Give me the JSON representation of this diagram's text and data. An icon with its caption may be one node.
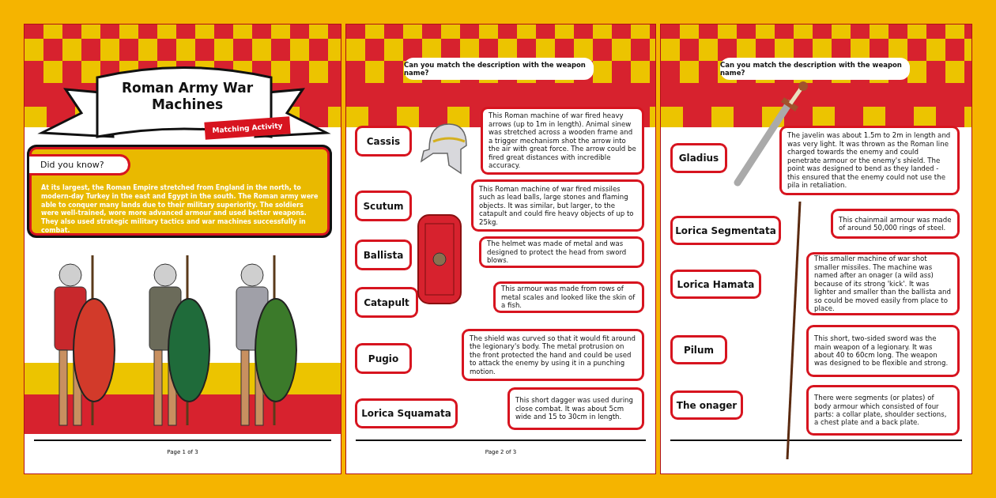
{
  "diagram": {
    "title": "Roman Army War Machines",
    "nodes": [
      {
        "text": [
          "Matching Activity"
        ]
      },
      {
        "text": [
          "Did you know?",
          "At its largest, the Roman Empire stretched from England in the north, to modern-day Turkey in the east and Egypt in the south. The Roman army were able to conquer many lands due to their military superiority. The soldiers were well-trained, wore more advanced armour and used better weapons. They also used strategic military tactics and war machines successfully in combat."
        ]
      },
      {
        "text": [
          "Can you match the description with the weapon name?"
        ]
      },
      {
        "text": [
          "Cassis"
        ]
      },
      {
        "text": [
          "This Roman machine of war fired heavy arrows (up to 1m in length). Animal sinew was stretched across a wooden frame and a trigger mechanism shot the arrow into the air with great force. The arrow could be fired great distances with incredible accuracy."
        ]
      },
      {
        "text": [
          "Scutum"
        ]
      },
      {
        "text": [
          "This Roman machine of war fired missiles such as lead balls, large stones and flaming objects. It was similar, but larger, to the catapult and could fire heavy objects of up to 25kg."
        ]
      },
      {
        "text": [
          "Ballista"
        ]
      },
      {
        "text": [
          "The helmet was made of metal and was designed to protect the head from sword blows."
        ]
      },
      {
        "text": [
          "Catapult"
        ]
      },
      {
        "text": [
          "This armour was made from rows of metal scales and looked like the skin of a fish."
        ]
      },
      {
        "text": [
          "Pugio"
        ]
      },
      {
        "text": [
          "The shield was curved so that it would fit around the legionary's body. The metal protrusion on the front protected the hand and could be used to attack the enemy by using it in a punching motion."
        ]
      },
      {
        "text": [
          "Lorica Squamata"
        ]
      },
      {
        "text": [
          "This short dagger was used during close combat. It was about 5cm wide and 15 to 30cm in length."
        ]
      },
      {
        "text": [
          "Can you match the description with the weapon name?"
        ]
      },
      {
        "text": [
          "Gladius"
        ]
      },
      {
        "text": [
          "The javelin was about 1.5m to 2m in length and was very light. It was thrown as the Roman line charged towards the enemy and could penetrate armour or the enemy's shield. The point was designed to bend as they landed - this ensured that the enemy could not use the pila in retaliation."
        ]
      },
      {
        "text": [
          "Lorica Segmentata"
        ]
      },
      {
        "text": [
          "This chainmail armour was made of around 50,000 rings of steel."
        ]
      },
      {
        "text": [
          "Lorica Hamata"
        ]
      },
      {
        "text": [
          "This smaller machine of war shot smaller missiles. The machine was named after an onager (a wild ass) because of its strong 'kick'. It was lighter and smaller than the ballista and so could be moved easily from place to place."
        ]
      },
      {
        "text": [
          "Pilum"
        ]
      },
      {
        "text": [
          "This short, two-sided sword was the main weapon of a legionary. It was about 40 to 60cm long. The weapon was designed to be flexible and strong."
        ]
      },
      {
        "text": [
          "The onager"
        ]
      },
      {
        "text": [
          "There were segments (or plates) of body armour which consisted of four parts: a collar plate, shoulder sections, a chest plate and a back plate."
        ]
      }
    ],
    "labels": [
      "Page 1 of 3",
      "Page 2 of 3"
    ]
  }
}
